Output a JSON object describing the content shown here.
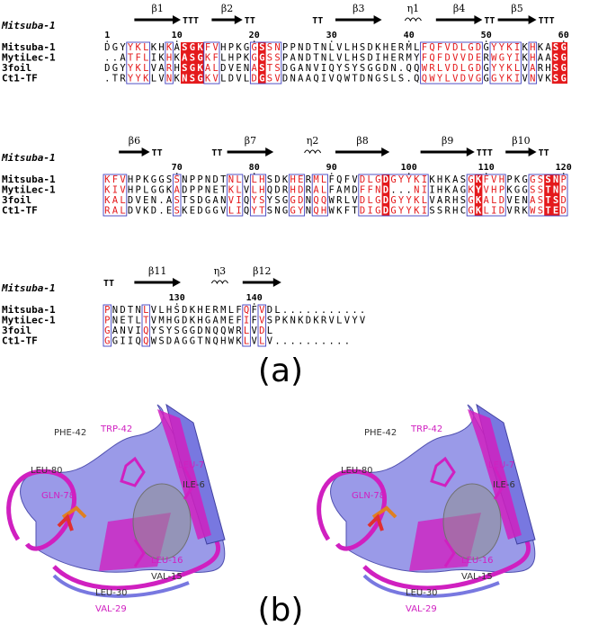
{
  "panel_a_label": "(a)",
  "panel_b_label": "(b)",
  "alignment": {
    "reference_label": "Mitsuba-1",
    "sequence_names": [
      "Mitsuba-1",
      "MytiLec-1",
      "3foil",
      "Ct1-TF"
    ],
    "blocks": [
      {
        "start": 1,
        "ruler_numbers": [
          {
            "col": 0,
            "text": "1"
          },
          {
            "col": 9,
            "text": "10"
          },
          {
            "col": 19,
            "text": "20"
          },
          {
            "col": 29,
            "text": "30"
          },
          {
            "col": 39,
            "text": "40"
          },
          {
            "col": 49,
            "text": "50"
          },
          {
            "col": 59,
            "text": "60"
          }
        ],
        "structure": [
          {
            "type": "beta",
            "label": "β1",
            "start": 4,
            "end": 9,
            "tail": "TTT"
          },
          {
            "type": "beta",
            "label": "β2",
            "start": 14,
            "end": 17,
            "tail": "TT"
          },
          {
            "type": "turn",
            "label": "TT",
            "start": 27
          },
          {
            "type": "beta",
            "label": "β3",
            "start": 30,
            "end": 35,
            "tail": ""
          },
          {
            "type": "eta",
            "label": "η1",
            "start": 39
          },
          {
            "type": "beta",
            "label": "β4",
            "start": 43,
            "end": 48,
            "tail": "TT"
          },
          {
            "type": "beta",
            "label": "β5",
            "start": 51,
            "end": 55,
            "tail": "TTT"
          }
        ],
        "sequences": [
          "DGYYKLKHKASGKFVHPKGGSSNPPNDTNLVLHSDKHERMLFQFVDLGDGYYKIKHKASG",
          "..ATFLIKHKASGKFLHPKGGSSPANDTNLVLHSDIHERMYFQFDVVDERWGYIKHAASG",
          "DGYYKLVARHSGKALDVENASTSDGANVIQYSYSGGDN.QQWRLVDLGDGYYKLVARHSG",
          ".TRYYKLVNKNSGKVLDVLDGSVDNAAQIVQWTDNGSLS.QQWYLVDVGGGYKIVNVKSG"
        ]
      },
      {
        "start": 61,
        "ruler_numbers": [
          {
            "col": 9,
            "text": "70"
          },
          {
            "col": 19,
            "text": "80"
          },
          {
            "col": 29,
            "text": "90"
          },
          {
            "col": 39,
            "text": "100"
          },
          {
            "col": 49,
            "text": "110"
          },
          {
            "col": 59,
            "text": "120"
          }
        ],
        "structure": [
          {
            "type": "beta",
            "label": "β6",
            "start": 2,
            "end": 5,
            "tail": "TT"
          },
          {
            "type": "turn",
            "label": "TT",
            "start": 14
          },
          {
            "type": "beta",
            "label": "β7",
            "start": 16,
            "end": 21,
            "tail": ""
          },
          {
            "type": "eta",
            "label": "η2",
            "start": 26
          },
          {
            "type": "beta",
            "label": "β8",
            "start": 30,
            "end": 36,
            "tail": ""
          },
          {
            "type": "beta",
            "label": "β9",
            "start": 41,
            "end": 47,
            "tail": "TTT"
          },
          {
            "type": "beta",
            "label": "β10",
            "start": 52,
            "end": 55,
            "tail": "TT"
          }
        ],
        "sequences": [
          "KFVHPKGGSSNPPNDTNLVLHSDKHERMLFQFVDLGDGYYKIKHKASGKFVHPKGGSSNP",
          "KIVHPLGGKADPPNETKLVLHQDRHDRALFAMDFFND...NIIHKAGKYVHPKGGSSTNP",
          "KALDVEN.ASTSDGANVIQYSYSGGDNQQWRLVDLGDGYYKLVARHSGKALDVENASTSD",
          "RALDVKD.ESKEDGGVLIQYTSNGGYNQHWKFTDIGDGYYKISSRHCGKLIDVRKWSTED"
        ]
      },
      {
        "start": 121,
        "ruler_numbers": [
          {
            "col": 9,
            "text": "130"
          },
          {
            "col": 19,
            "text": "140"
          }
        ],
        "structure": [
          {
            "type": "turn",
            "label": "TT",
            "start": 0
          },
          {
            "type": "beta",
            "label": "β11",
            "start": 4,
            "end": 9,
            "tail": ""
          },
          {
            "type": "eta",
            "label": "η3",
            "start": 14
          },
          {
            "type": "beta",
            "label": "β12",
            "start": 18,
            "end": 22,
            "tail": ""
          }
        ],
        "sequences": [
          "PNDTNLVLHSDKHERMLFQFVDL...........",
          "PNETLTVMHGDKHGAMEFIFVSPKNKDKRVLVYV",
          "GANVIQYSYSGGDNQQWRLVDL",
          "GGIIQQWSDAGGTNQHWKLVLV.........."
        ]
      }
    ],
    "red_boxes": [
      {
        "block": 0,
        "start": 10,
        "end": 12
      },
      {
        "block": 0,
        "start": 20,
        "end": 20
      },
      {
        "block": 0,
        "start": 58,
        "end": 59
      },
      {
        "block": 1,
        "start": 36,
        "end": 36
      },
      {
        "block": 1,
        "start": 48,
        "end": 48
      },
      {
        "block": 1,
        "start": 57,
        "end": 58
      }
    ],
    "blue_boxes": [
      {
        "block": 0,
        "start": 3,
        "end": 5
      },
      {
        "block": 0,
        "start": 8,
        "end": 8
      },
      {
        "block": 0,
        "start": 13,
        "end": 14
      },
      {
        "block": 0,
        "start": 19,
        "end": 22
      },
      {
        "block": 0,
        "start": 41,
        "end": 48
      },
      {
        "block": 0,
        "start": 50,
        "end": 53
      },
      {
        "block": 0,
        "start": 55,
        "end": 55
      },
      {
        "block": 1,
        "start": 0,
        "end": 2
      },
      {
        "block": 1,
        "start": 9,
        "end": 9
      },
      {
        "block": 1,
        "start": 16,
        "end": 17
      },
      {
        "block": 1,
        "start": 19,
        "end": 20
      },
      {
        "block": 1,
        "start": 24,
        "end": 25
      },
      {
        "block": 1,
        "start": 27,
        "end": 28
      },
      {
        "block": 1,
        "start": 33,
        "end": 41
      },
      {
        "block": 1,
        "start": 47,
        "end": 51
      },
      {
        "block": 1,
        "start": 55,
        "end": 59
      },
      {
        "block": 2,
        "start": 0,
        "end": 0
      },
      {
        "block": 2,
        "start": 5,
        "end": 5
      },
      {
        "block": 2,
        "start": 18,
        "end": 18
      },
      {
        "block": 2,
        "start": 20,
        "end": 20
      }
    ],
    "colors": {
      "identical_fill": "#e41a1c",
      "similar_text": "#e41a1c",
      "box_outline": "#4040c0",
      "default_text": "#000000"
    }
  },
  "structure_panel": {
    "views": [
      {
        "labels": [
          {
            "text": "PHE-42",
            "color": "#333333",
            "key": "phe42"
          },
          {
            "text": "TRP-42",
            "color": "#d020c0",
            "key": "trp42"
          },
          {
            "text": "LEU-80",
            "color": "#333333",
            "key": "leu80"
          },
          {
            "text": "GLN-78",
            "color": "#d020c0",
            "key": "gln78"
          },
          {
            "text": "LEU-7",
            "color": "#d020c0",
            "key": "leu7"
          },
          {
            "text": "ILE-6",
            "color": "#333333",
            "key": "ile6"
          },
          {
            "text": "LEU-16",
            "color": "#d020c0",
            "key": "leu16"
          },
          {
            "text": "VAL-15",
            "color": "#333333",
            "key": "val15"
          },
          {
            "text": "LEU-30",
            "color": "#333333",
            "key": "leu30"
          },
          {
            "text": "VAL-29",
            "color": "#d020c0",
            "key": "val29"
          }
        ]
      },
      {
        "labels": [
          {
            "text": "PHE-42",
            "color": "#333333",
            "key": "phe42"
          },
          {
            "text": "TRP-42",
            "color": "#d020c0",
            "key": "trp42"
          },
          {
            "text": "LEU-80",
            "color": "#333333",
            "key": "leu80"
          },
          {
            "text": "GLN-78",
            "color": "#d020c0",
            "key": "gln78"
          },
          {
            "text": "LEU-7",
            "color": "#d020c0",
            "key": "leu7"
          },
          {
            "text": "ILE-6",
            "color": "#333333",
            "key": "ile6"
          },
          {
            "text": "LEU-16",
            "color": "#d020c0",
            "key": "leu16"
          },
          {
            "text": "VAL-15",
            "color": "#333333",
            "key": "val15"
          },
          {
            "text": "LEU-30",
            "color": "#333333",
            "key": "leu30"
          },
          {
            "text": "VAL-29",
            "color": "#d020c0",
            "key": "val29"
          }
        ]
      }
    ],
    "colors": {
      "ribbon_magenta": "#d020c0",
      "ribbon_blue": "#7878e0",
      "cavity": "#909090",
      "ligand_orange": "#e08020",
      "ligand_red": "#e03030"
    }
  }
}
